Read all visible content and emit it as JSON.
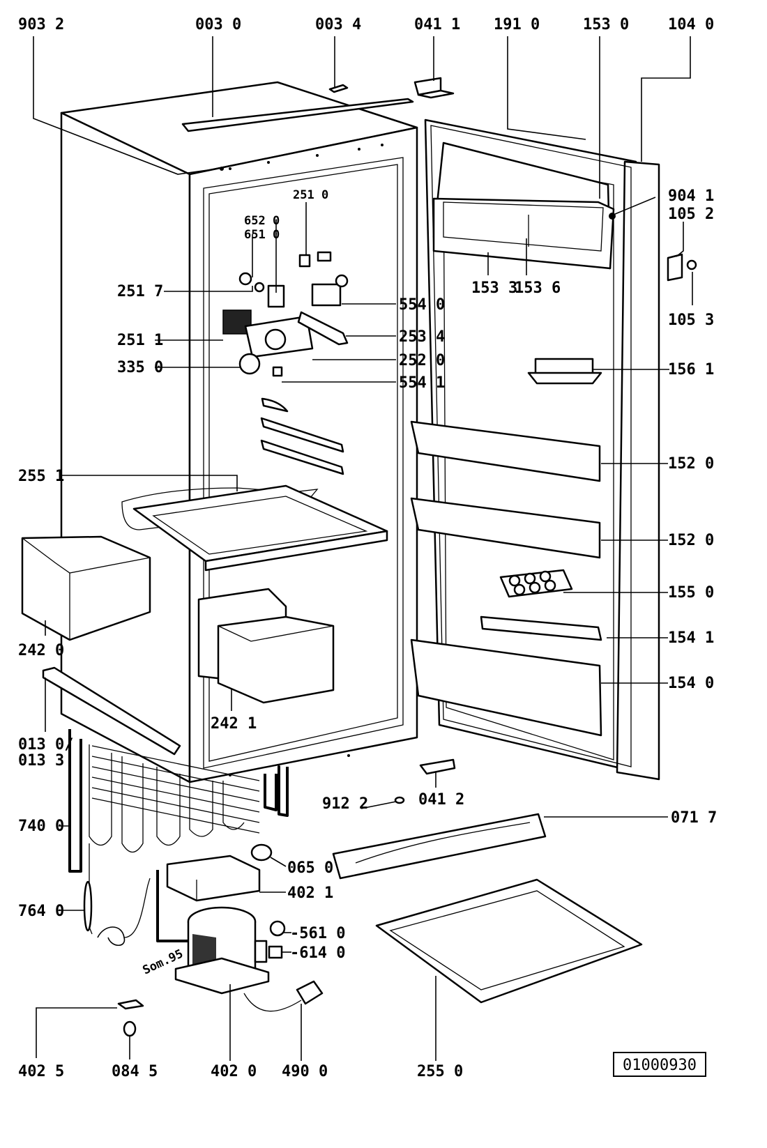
{
  "labels": {
    "l9032": "903 2",
    "l0030": "003 0",
    "l0034": "003 4",
    "l0411": "041 1",
    "l1910": "191 0",
    "l1530": "153 0",
    "l1040": "104 0",
    "l9041": "904 1",
    "l1052": "105 2",
    "l1053": "105 3",
    "l2510": "251 0",
    "l6520": "652 0",
    "l6510": "651 0",
    "l2517": "251 7",
    "l5540": "554 0",
    "l1533": "153 3",
    "l1536": "153 6",
    "l2511": "251 1",
    "l2534": "253 4",
    "l2520": "252 0",
    "l3350": "335 0",
    "l5541": "554 1",
    "l1561": "156 1",
    "l2551": "255 1",
    "l1520a": "152 0",
    "l1520b": "152 0",
    "l2420": "242 0",
    "l1550": "155 0",
    "l1541": "154 1",
    "l1540": "154 0",
    "l2421": "242 1",
    "l0130": "013 0/",
    "l0133": "013 3",
    "l9122": "912 2",
    "l0412": "041 2",
    "l7400": "740 0",
    "l0717": "071 7",
    "l0650": "065 0",
    "l4021": "402 1",
    "l7640": "764 0",
    "l5610": "-561 0",
    "l6140": "-614 0",
    "l4025": "402 5",
    "l0845": "084 5",
    "l4020": "402 0",
    "l4900": "490 0",
    "l2550": "255 0",
    "compressor_mark": "Som.95"
  },
  "drawing_code": "01000930"
}
